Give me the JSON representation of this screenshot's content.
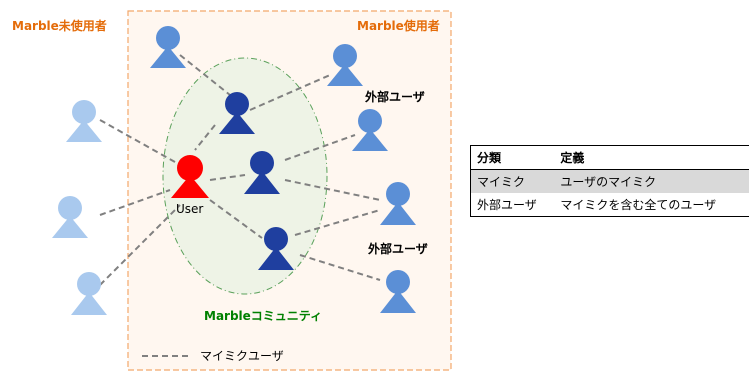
{
  "labels": {
    "non_user": "Marble未使用者",
    "user": "Marble使用者",
    "external_user_1": "外部ユーザ",
    "external_user_2": "外部ユーザ",
    "center_user": "User",
    "community": "Marbleコミュニティ",
    "legend": "マイミクユーザ"
  },
  "colors": {
    "orange": "#e46c0a",
    "community_green": "#008000",
    "user_red": "#ff0000",
    "dark_blue": "#1f3f9f",
    "light_blue": "#6fa7e6",
    "pale_blue": "#a9c9ee"
  },
  "table": {
    "headers": [
      "分類",
      "定義"
    ],
    "rows": [
      [
        "マイミク",
        "ユーザのマイミク"
      ],
      [
        "外部ユーザ",
        "マイミクを含む全てのユーザ"
      ]
    ]
  }
}
